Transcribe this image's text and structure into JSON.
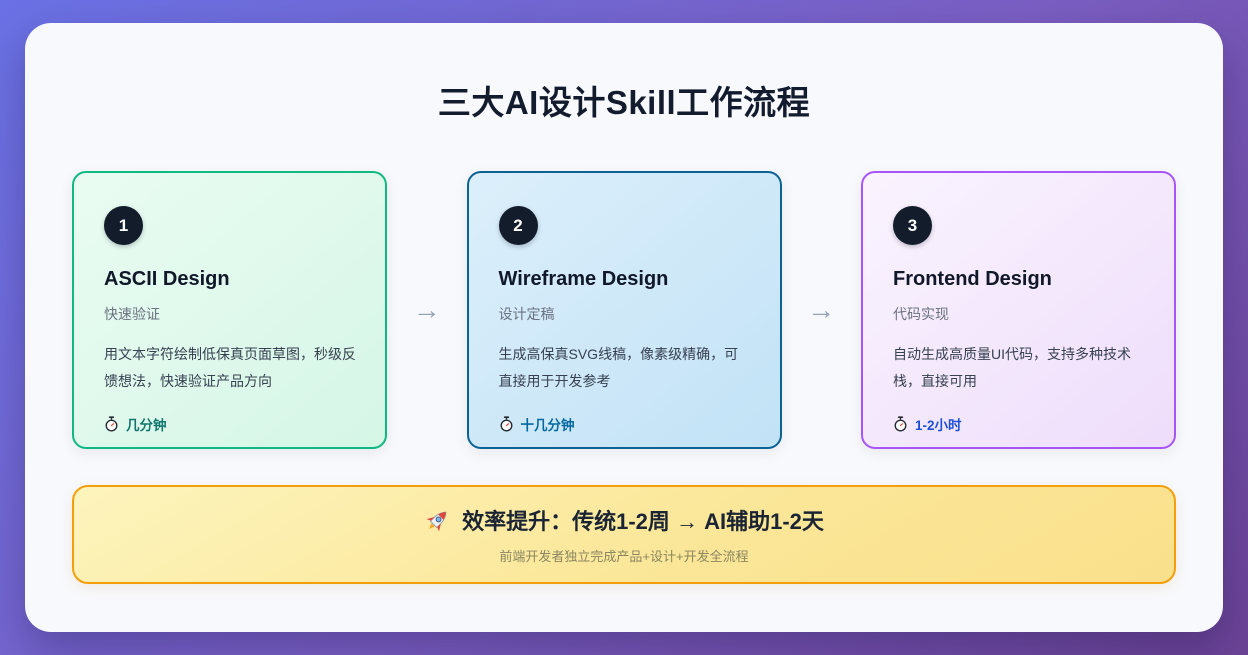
{
  "title": "三大AI设计Skill工作流程",
  "flow_arrow": "→",
  "cards": [
    {
      "number": "1",
      "title": "ASCII Design",
      "subtitle": "快速验证",
      "description": "用文本字符绘制低保真页面草图，秒级反馈想法，快速验证产品方向",
      "duration": "几分钟",
      "duration_icon": "stopwatch-icon",
      "theme": {
        "border": "#10b981",
        "bg_from": "#eafcf2",
        "bg_to": "#d5f6e6",
        "duration_color": "#0f766e"
      }
    },
    {
      "number": "2",
      "title": "Wireframe Design",
      "subtitle": "设计定稿",
      "description": "生成高保真SVG线稿，像素级精确，可直接用于开发参考",
      "duration": "十几分钟",
      "duration_icon": "stopwatch-icon",
      "theme": {
        "border": "#0c6294",
        "bg_from": "#dceffb",
        "bg_to": "#c2e2f6",
        "duration_color": "#0369a1"
      }
    },
    {
      "number": "3",
      "title": "Frontend Design",
      "subtitle": "代码实现",
      "description": "自动生成高质量UI代码，支持多种技术栈，直接可用",
      "duration": "1-2小时",
      "duration_icon": "stopwatch-icon",
      "theme": {
        "border": "#a855f7",
        "bg_from": "#faf4fe",
        "bg_to": "#eeddfb",
        "duration_color": "#1d4ed8"
      }
    }
  ],
  "banner": {
    "icon": "rocket-icon",
    "title": "效率提升：传统1-2周 → AI辅助1-2天",
    "subtitle": "前端开发者独立完成产品+设计+开发全流程"
  },
  "colors": {
    "background_from": "#6a71e4",
    "background_to": "#6b4396",
    "panel": "#f8f9fc",
    "title_text": "#131c2e",
    "badge": "#131c2b",
    "arrow": "#94a3b8",
    "banner_border": "#f59e0b",
    "banner_bg_from": "#fdf4bd",
    "banner_bg_to": "#f9e08c",
    "banner_subtitle_text": "#8b8660"
  }
}
